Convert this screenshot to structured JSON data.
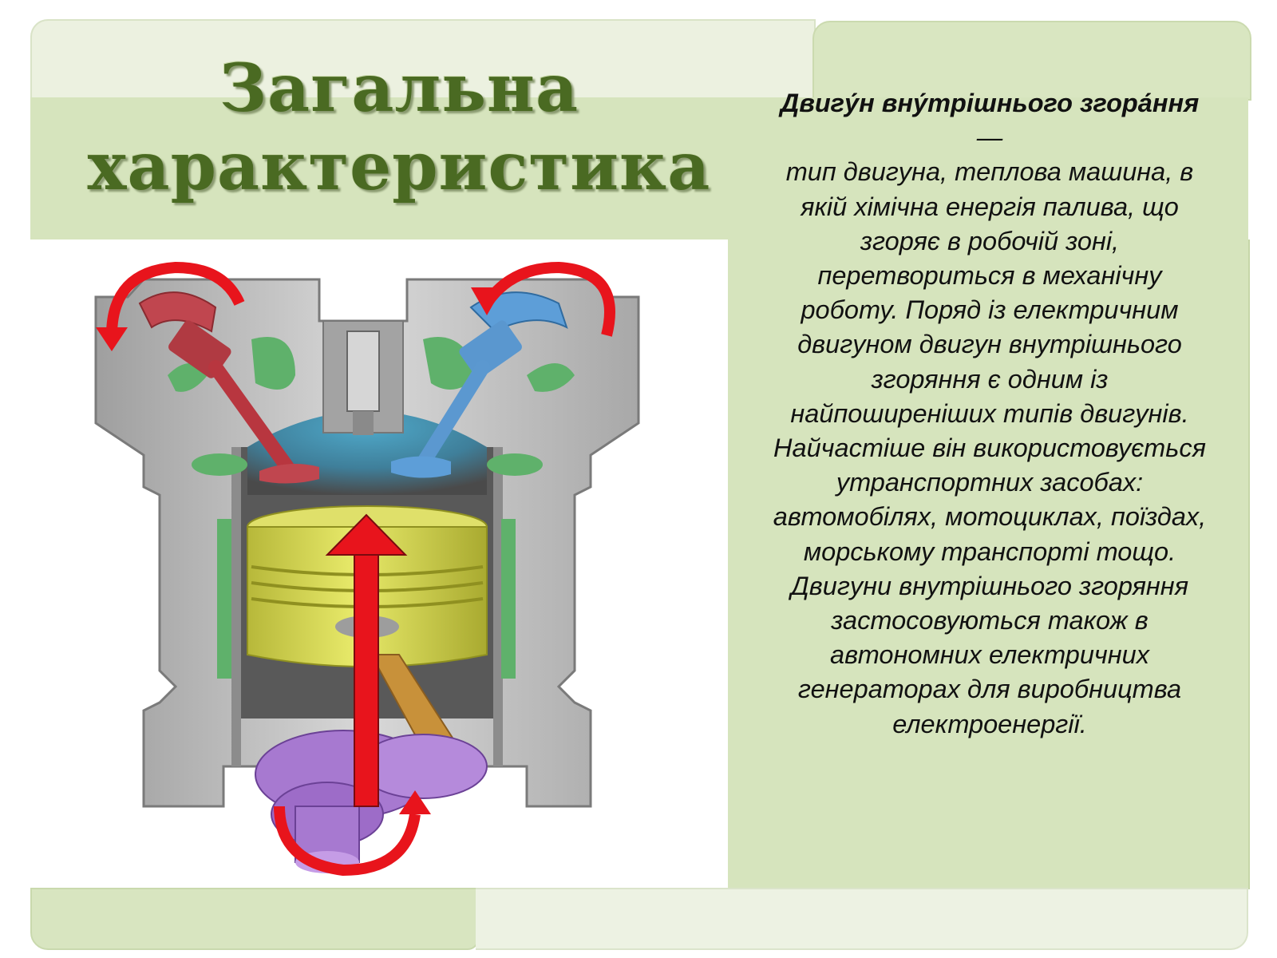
{
  "slide": {
    "title": "Загальна характеристика",
    "term": "Двигу́н вну́трішнього згора́ння",
    "dash": " —",
    "definition": "тип двигуна, теплова машина, в якій хімічна енергія палива, що згоряє в робочій зоні, перетвориться в механічну роботу. Поряд із електричним двигуном двигун внутрішнього згоряння є одним із найпоширеніших типів двигунів. Найчастіше він використовується утранспортних засобах: автомобілях, мотоциклах, поїздах, морському транспорті тощо. Двигуни внутрішнього згоряння застосовуються також в автономних електричних генераторах для виробництва електроенергії.",
    "illustration": {
      "subject": "engine-cylinder-cutaway",
      "colors": {
        "block": "#c9c9c9",
        "coolant": "#5fb16b",
        "intake_valve": "#c0464f",
        "exhaust_valve": "#5d9ed8",
        "piston": "#d7d94a",
        "crankshaft": "#a779d0",
        "connecting_rod": "#c8913a",
        "arrow": "#e8141c"
      }
    },
    "theme_colors": {
      "title": "#4a6a22",
      "band": "#d6e4bd",
      "text": "#111111"
    }
  }
}
